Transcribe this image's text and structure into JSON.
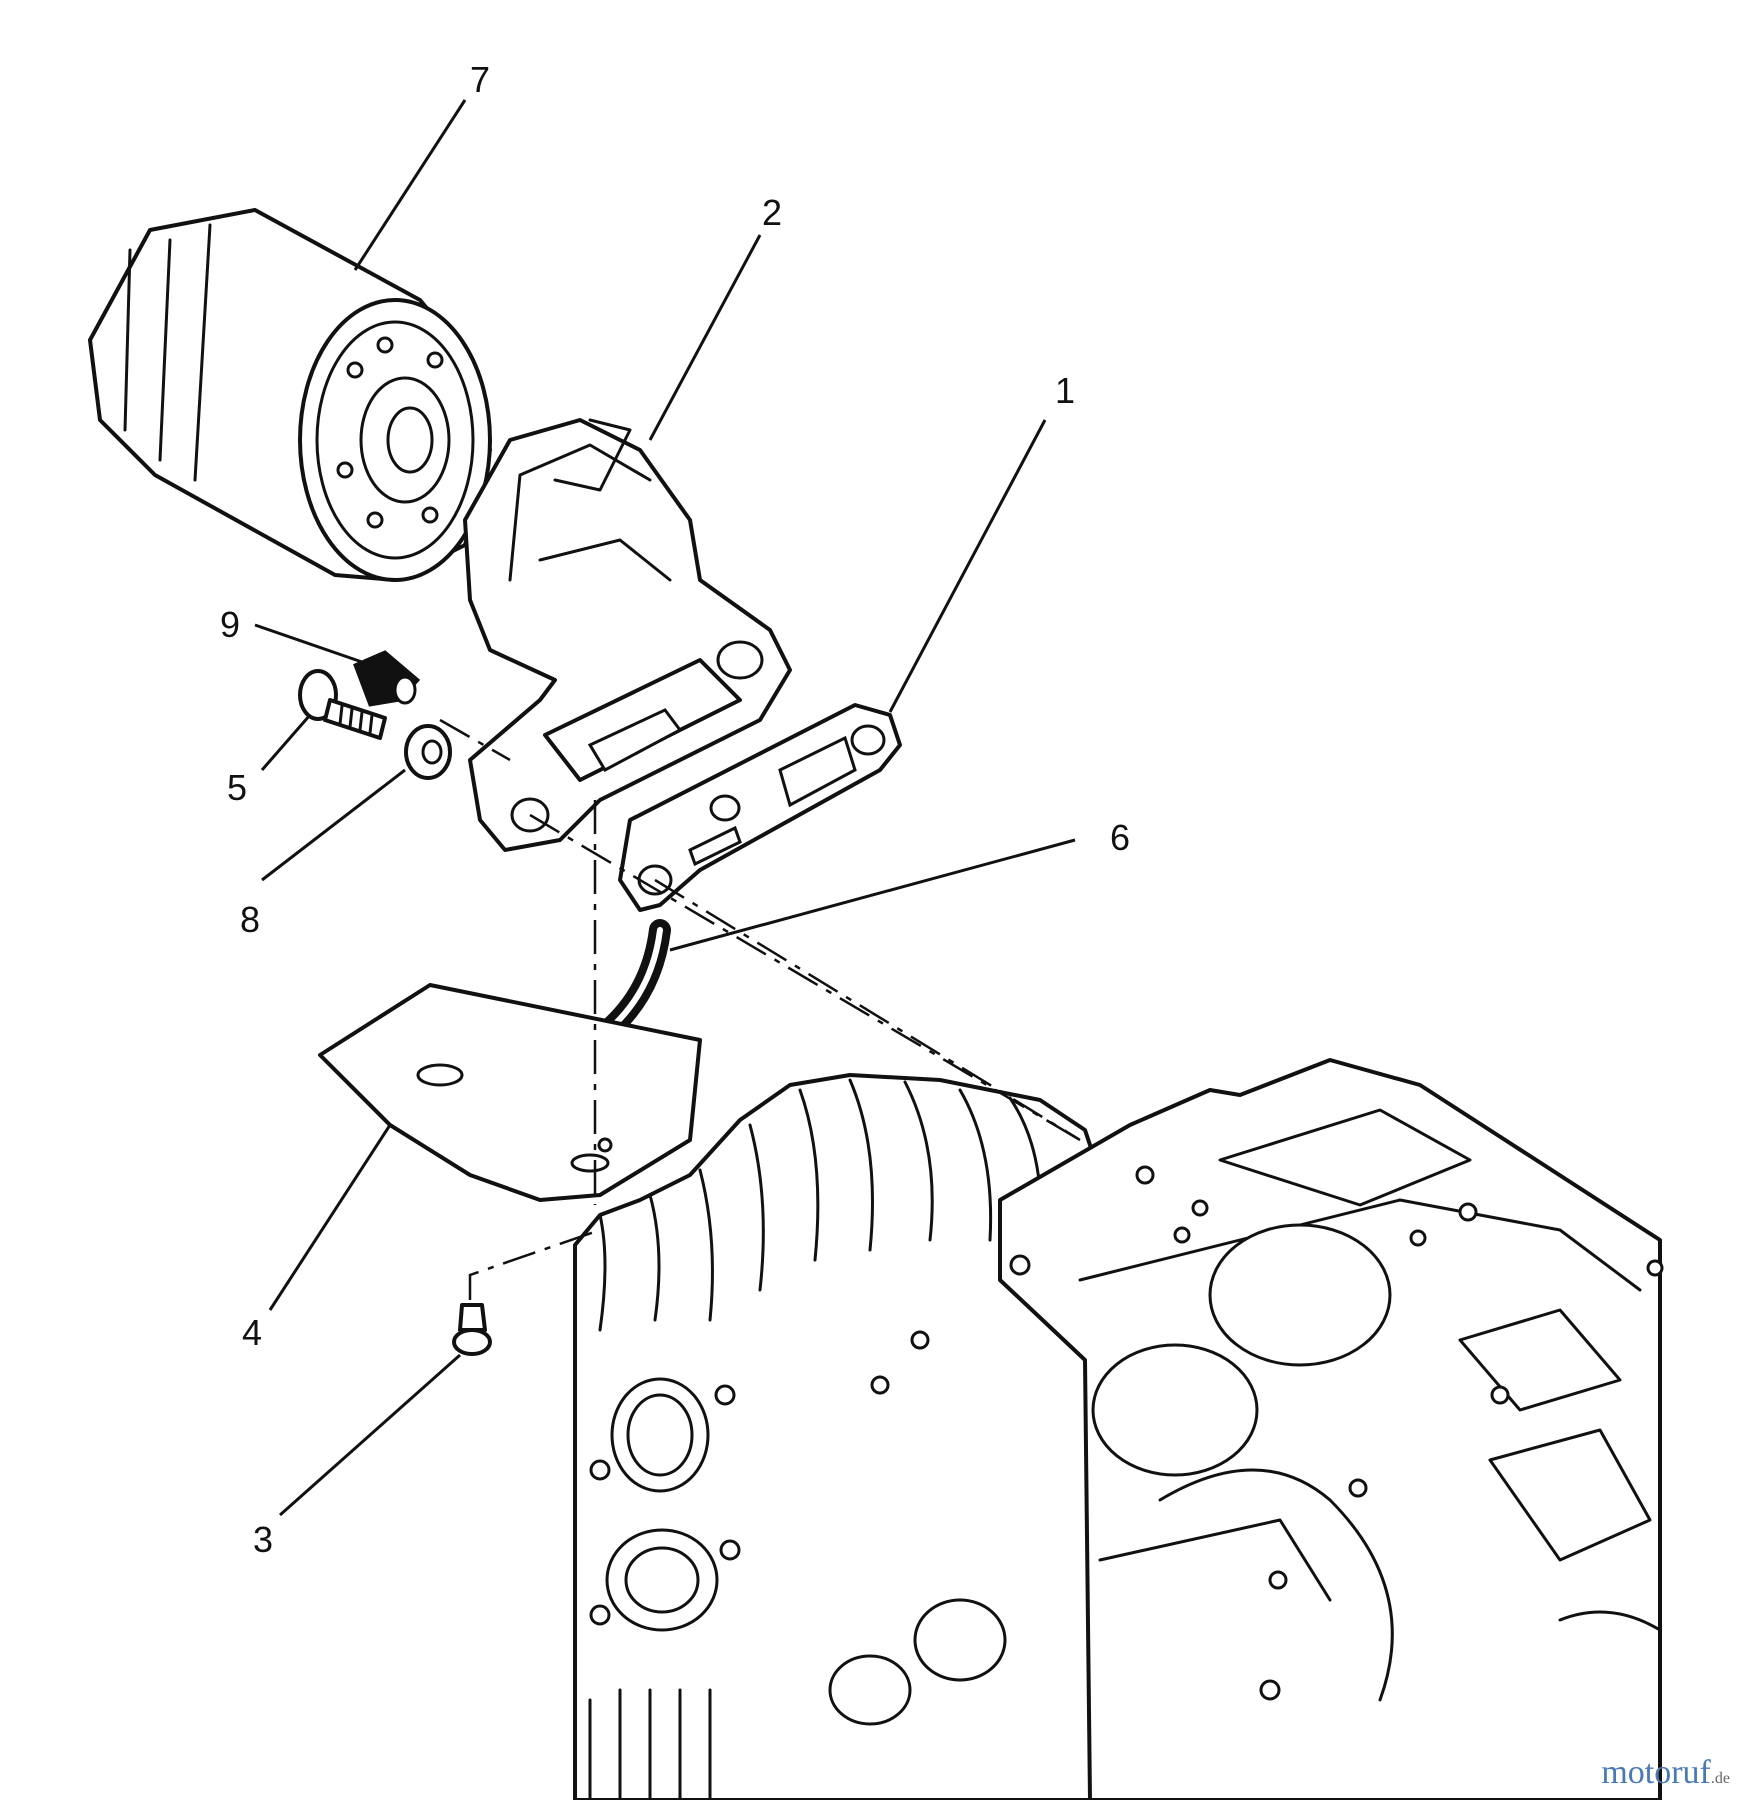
{
  "diagram": {
    "callouts": [
      {
        "id": "7",
        "label": "7"
      },
      {
        "id": "2",
        "label": "2"
      },
      {
        "id": "1",
        "label": "1"
      },
      {
        "id": "9",
        "label": "9"
      },
      {
        "id": "5",
        "label": "5"
      },
      {
        "id": "8",
        "label": "8"
      },
      {
        "id": "6",
        "label": "6"
      },
      {
        "id": "4",
        "label": "4"
      },
      {
        "id": "3",
        "label": "3"
      }
    ]
  },
  "watermark": {
    "brand": "motoruf",
    "suffix": ".de",
    "color": "#4a7ab5"
  }
}
